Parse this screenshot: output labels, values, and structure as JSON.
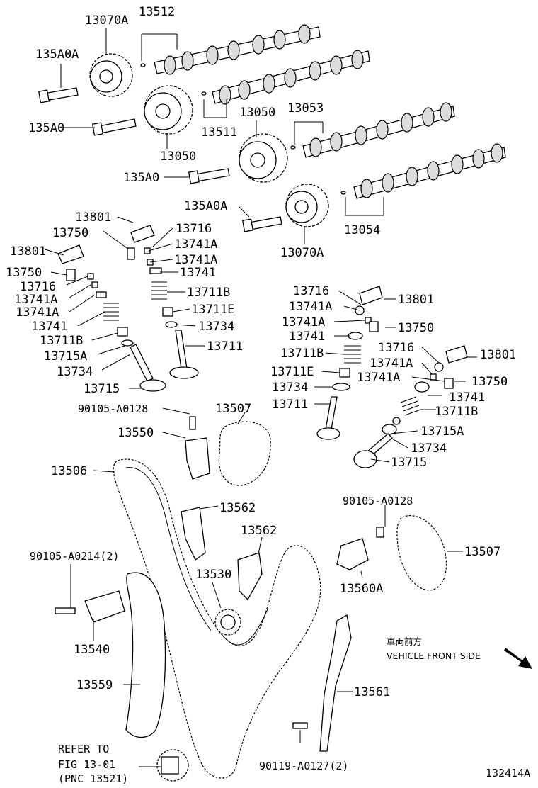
{
  "figure_id": "132414A",
  "direction_note": {
    "jp": "車両前方",
    "en": "VEHICLE FRONT SIDE"
  },
  "refer_note": {
    "line1": "REFER TO",
    "line2": "FIG 13-01",
    "line3": "(PNC 13521)"
  },
  "labels": {
    "p13070A_top": "13070A",
    "p13512": "13512",
    "p135A0A_top": "135A0A",
    "p135A0_top": "135A0",
    "p13050_left": "13050",
    "p13511": "13511",
    "p13050_mid": "13050",
    "p13053": "13053",
    "p135A0_mid": "135A0",
    "p135A0A_mid": "135A0A",
    "p13054": "13054",
    "p13070A_mid": "13070A",
    "L13801a": "13801",
    "L13750a": "13750",
    "L13716a": "13716",
    "L13741Aa": "13741A",
    "L13741Ab": "13741A",
    "L13741a": "13741",
    "L13711Ba": "13711B",
    "L13711Ea": "13711E",
    "L13734a": "13734",
    "L13711a": "13711",
    "L13801b": "13801",
    "L13750b": "13750",
    "L13716b": "13716",
    "L13741Ac": "13741A",
    "L13741Ad": "13741A",
    "L13741b": "13741",
    "L13711Bb": "13711B",
    "L13715Aa": "13715A",
    "L13734b": "13734",
    "L13715a": "13715",
    "R13716a": "13716",
    "R13741Aa": "13741A",
    "R13741Ab": "13741A",
    "R13741a": "13741",
    "R13711B": "13711B",
    "R13711E": "13711E",
    "R13734": "13734",
    "R13711": "13711",
    "R13801a": "13801",
    "R13750a": "13750",
    "R13716b": "13716",
    "R13741Ac": "13741A",
    "R13741Ad": "13741A",
    "R13801b": "13801",
    "R13750b": "13750",
    "R13741b": "13741",
    "R13711Bb": "13711B",
    "R13715A": "13715A",
    "R13734b": "13734",
    "R13715": "13715",
    "b90105_A0128_left": "90105-A0128",
    "p13507_left": "13507",
    "p13550": "13550",
    "p13506": "13506",
    "p13562_a": "13562",
    "p13562_b": "13562",
    "p13530": "13530",
    "b90105_A0128_right": "90105-A0128",
    "p13507_right": "13507",
    "p13560A": "13560A",
    "b90105_A0214": "90105-A0214(2)",
    "p13540": "13540",
    "p13559": "13559",
    "p13561": "13561",
    "b90119_A0127": "90119-A0127(2)"
  }
}
